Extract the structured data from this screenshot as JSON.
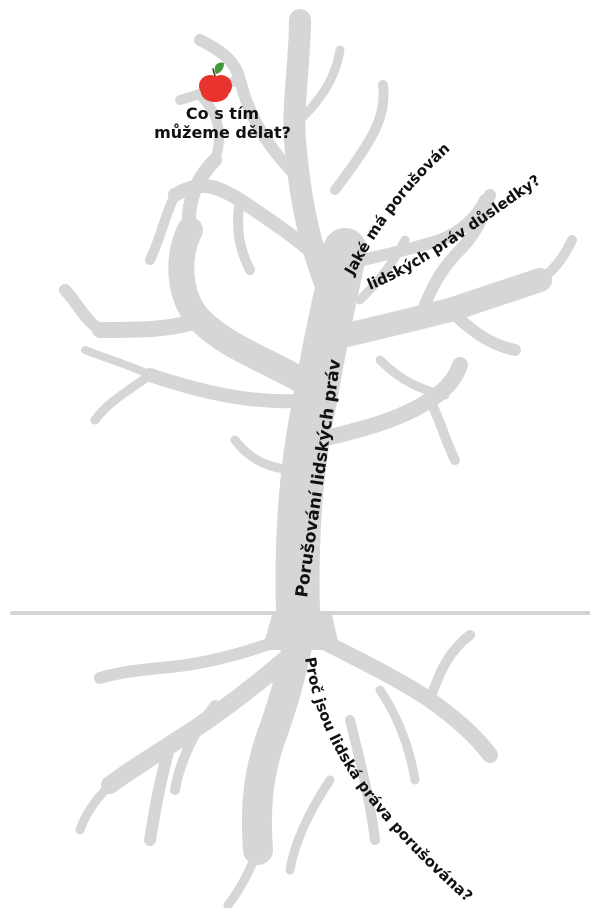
{
  "colors": {
    "tree": "#d6d6d6",
    "ground": "#d4d4d4",
    "text": "#111111",
    "apple": "#e8342c",
    "apple_leaf": "#3f9b3a"
  },
  "labels": {
    "trunk": "Porušování lidských práv",
    "apple_line1": "Co s tím",
    "apple_line2": "můžeme dělat?",
    "branch_line1": "Jaké má porušování",
    "branch_line2": "lidských práv důsledky?",
    "roots": "Proč jsou lidská práva porušována?"
  },
  "icons": {
    "apple": "apple-icon",
    "tree": "tree-illustration"
  }
}
